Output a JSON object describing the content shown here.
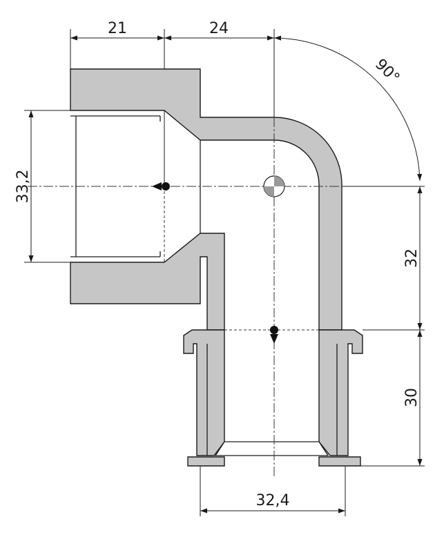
{
  "dimensions": {
    "socket_length": "21",
    "elbow_offset": "24",
    "socket_diameter": "33,2",
    "leg_height": "32",
    "thread_length": "30",
    "thread_diameter": "32,4",
    "angle": "90°"
  }
}
